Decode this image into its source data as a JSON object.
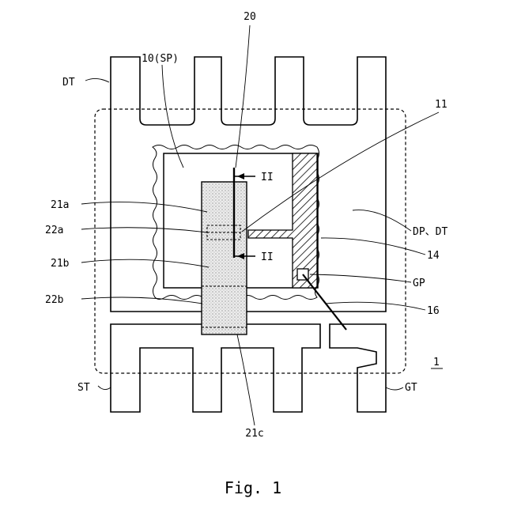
{
  "figure": {
    "caption": "Fig. 1",
    "labels": {
      "device": "1",
      "semiconductor_chip": "10(SP)",
      "source_electrode": "11",
      "gate_wiring": "14",
      "gate_wire": "16",
      "clip": "20",
      "clip_part_a": "21a",
      "clip_part_b": "21b",
      "clip_part_c": "21c",
      "clip_slit_a": "22a",
      "clip_slit_b": "22b",
      "drain_terminal": "DT",
      "drain_pad": "DP、DT",
      "gate_pad": "GP",
      "source_terminal": "ST",
      "gate_terminal": "GT",
      "section_mark_top": "II",
      "section_mark_bottom": "II"
    }
  }
}
